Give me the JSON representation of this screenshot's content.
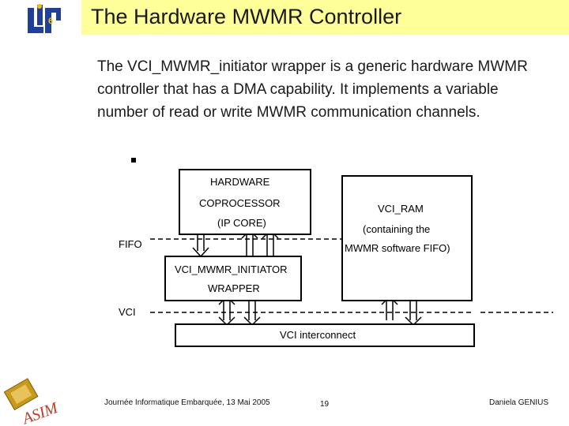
{
  "slide": {
    "title": "The Hardware MWMR Controller",
    "logo_text": "6",
    "body": "The VCI_MWMR_initiator wrapper is a generic hardware MWMR controller that has a DMA capability. It implements a variable number of read or write MWMR communication channels."
  },
  "diagram": {
    "coprocessor_line1": "HARDWARE",
    "coprocessor_line2": "COPROCESSOR",
    "coprocessor_line3": "(IP CORE)",
    "fifo_label": "FIFO",
    "ram_line1": "VCI_RAM",
    "ram_line2": "(containing the",
    "ram_line3": "MWMR software FIFO)",
    "wrapper_line1": "VCI_MWMR_INITIATOR",
    "wrapper_line2": "WRAPPER",
    "vci_label": "VCI",
    "interconnect_label": "VCI interconnect"
  },
  "footer": {
    "left": "Journée Informatique Embarquée, 13 Mai 2005",
    "page": "19",
    "right": "Daniela GENIUS",
    "asim_logo_text": "ASIM"
  },
  "colors": {
    "title_bar": "#ffff99",
    "logo_blue": "#1f3f99",
    "logo_yellow": "#f2c200"
  }
}
